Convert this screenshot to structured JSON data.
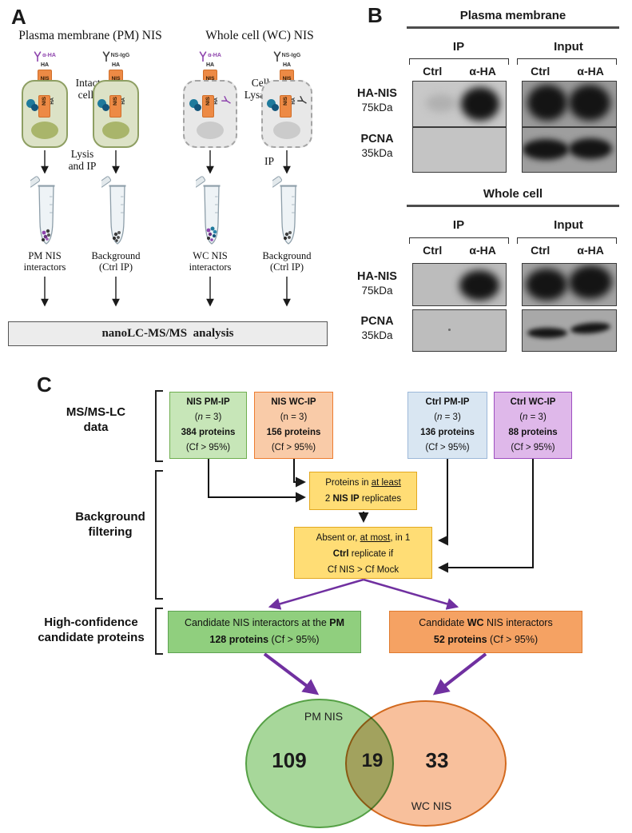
{
  "panelA": {
    "label": "A",
    "pm_title": "Plasma membrane (PM) NIS",
    "wc_title": "Whole cell (WC) NIS",
    "intact_cells": [
      "Intact",
      "cells"
    ],
    "cell_lysates": [
      "Cell",
      "Lysates"
    ],
    "lysis_ip": [
      "Lysis",
      "and IP"
    ],
    "ip_label": "IP",
    "ha": "HA",
    "nis": "NIS",
    "columns": [
      {
        "antibody": "α-HA",
        "tube_label": [
          "PM NIS",
          "interactors"
        ]
      },
      {
        "antibody": "NS-IgG",
        "tube_label": [
          "Background",
          "(Ctrl IP)"
        ]
      },
      {
        "antibody": "α-HA",
        "tube_label": [
          "WC NIS",
          "interactors"
        ]
      },
      {
        "antibody": "NS-IgG",
        "tube_label": [
          "Background",
          "(Ctrl IP)"
        ]
      }
    ],
    "analysis_box": "nanoLC-MS/MS  analysis"
  },
  "panelB": {
    "label": "B",
    "sections": [
      {
        "title": "Plasma membrane",
        "ip": "IP",
        "input": "Input",
        "lanes": [
          "Ctrl",
          "α-HA"
        ],
        "rows": [
          {
            "name": "HA-NIS",
            "kda": "75kDa"
          },
          {
            "name": "PCNA",
            "kda": "35kDa"
          }
        ]
      },
      {
        "title": "Whole cell",
        "ip": "IP",
        "input": "Input",
        "lanes": [
          "Ctrl",
          "α-HA"
        ],
        "rows": [
          {
            "name": "HA-NIS",
            "kda": "75kDa"
          },
          {
            "name": "PCNA",
            "kda": "35kDa"
          }
        ]
      }
    ]
  },
  "panelC": {
    "label": "C",
    "row_labels": {
      "data": [
        "MS/MS-LC",
        "data"
      ],
      "filtering": [
        "Background",
        "filtering"
      ],
      "candidates": [
        "High-confidence",
        "candidate proteins"
      ]
    },
    "top_boxes": [
      {
        "title": "NIS PM-IP",
        "n_parts": [
          "(",
          "n",
          " = 3)"
        ],
        "count": "384 proteins",
        "cf": "(Cf > 95%)"
      },
      {
        "title": "NIS WC-IP",
        "n_parts": [
          "(",
          "n",
          " = 3)"
        ],
        "count": "156 proteins",
        "cf": "(Cf > 95%)"
      },
      {
        "title": "Ctrl PM-IP",
        "n_parts": [
          "(",
          "n",
          " = 3)"
        ],
        "count": "136 proteins",
        "cf": "(Cf > 95%)"
      },
      {
        "title": "Ctrl WC-IP",
        "n_parts": [
          "(",
          "n",
          " = 3)"
        ],
        "count": "88 proteins",
        "cf": "(Cf > 95%)"
      }
    ],
    "filter_box1": {
      "l1a": "Proteins in ",
      "l1b": "at least",
      "l2a": "2 ",
      "l2b": "NIS IP",
      "l2c": " replicates"
    },
    "filter_box2": {
      "l1a": "Absent or, ",
      "l1b": "at most",
      "l1c": ", in 1",
      "l2a": "Ctrl",
      "l2b": " replicate if",
      "l3": "Cf NIS > Cf Mock"
    },
    "candidate_boxes": [
      {
        "l1a": "Candidate NIS interactors at the ",
        "l1b": "PM",
        "l1c": "",
        "l2a": "128 proteins",
        "l2b": " (Cf > 95%)"
      },
      {
        "l1a": "Candidate ",
        "l1b": "WC",
        "l1c": " NIS interactors",
        "l2a": "52 proteins",
        "l2b": " (Cf > 95%)"
      }
    ],
    "venn": {
      "left_label": "PM NIS",
      "right_label": "WC NIS",
      "left_count": "109",
      "overlap_count": "19",
      "right_count": "33"
    }
  },
  "colors": {
    "nis_box_orange": "#ed8a45",
    "cell_green": "#dce2c6",
    "flow_green": "#c7e6b8",
    "flow_orange": "#f9cba8",
    "flow_blue": "#d9e6f2",
    "flow_purple": "#dfb8ea",
    "flow_yellow": "#ffdd75",
    "candidate_green": "#90cf7e",
    "candidate_orange": "#f5a263",
    "venn_green": "#a7d79a",
    "venn_orange": "#f8c09c",
    "arrow_purple": "#7030a0",
    "antibody_purple": "#8e44ad"
  }
}
